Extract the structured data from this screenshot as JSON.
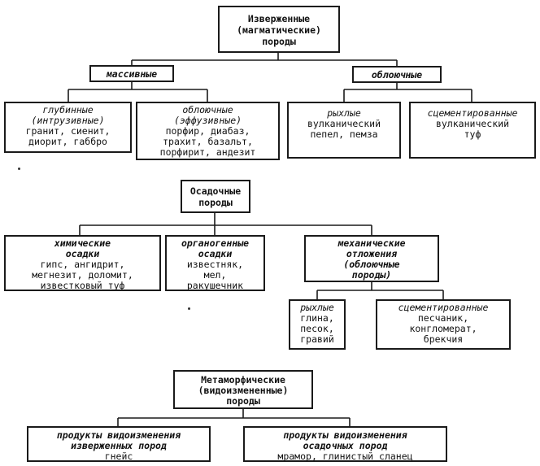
{
  "igneous": {
    "root": [
      "Изверженные",
      "(магматические)",
      "породы"
    ],
    "massive": "массивные",
    "clastic": "облоючные",
    "deep": {
      "title": [
        "глубинные",
        "(интрузивные)"
      ],
      "body": [
        "гранит, сиенит,",
        "диорит, габбро"
      ]
    },
    "effusive": {
      "title": [
        "облоючные",
        "(эффузивные)"
      ],
      "body": [
        "порфир, диабаз,",
        "трахит, базальт,",
        "порфирит, андезит"
      ]
    },
    "loose": {
      "title": [
        "рыхлые"
      ],
      "body": [
        "вулканический",
        "пепел, пемза"
      ]
    },
    "cemented": {
      "title": [
        "сцементированные"
      ],
      "body": [
        "вулканический",
        "туф"
      ]
    }
  },
  "sedimentary": {
    "root": [
      "Осадочные",
      "породы"
    ],
    "chemical": {
      "title": [
        "химические",
        "осадки"
      ],
      "body": [
        "гипс, ангидрит,",
        "мегнезит, доломит,",
        "известковый туф"
      ]
    },
    "organic": {
      "title": [
        "органогенные",
        "осадки"
      ],
      "body": [
        "известняк,",
        "мел,",
        "ракушечник"
      ]
    },
    "mechanical": {
      "title": [
        "механические",
        "отложения",
        "(облоючные",
        "породы)"
      ]
    },
    "loose": {
      "title": [
        "рыхлые"
      ],
      "body": [
        "глина,",
        "песок,",
        "гравий"
      ]
    },
    "cemented": {
      "title": [
        "сцементированные"
      ],
      "body": [
        "песчаник,",
        "конгломерат,",
        "брекчия"
      ]
    }
  },
  "metamorphic": {
    "root": [
      "Метаморфические",
      "(видоизмененные)",
      "породы"
    ],
    "igneous_products": {
      "title": [
        "продукты видоизменения",
        "изверженных пород"
      ],
      "body": [
        "гнейс"
      ]
    },
    "sedimentary_products": {
      "title": [
        "продукты видоизменения",
        "осадочных пород"
      ],
      "body": [
        "мрамор, глинистый сланец"
      ]
    }
  }
}
